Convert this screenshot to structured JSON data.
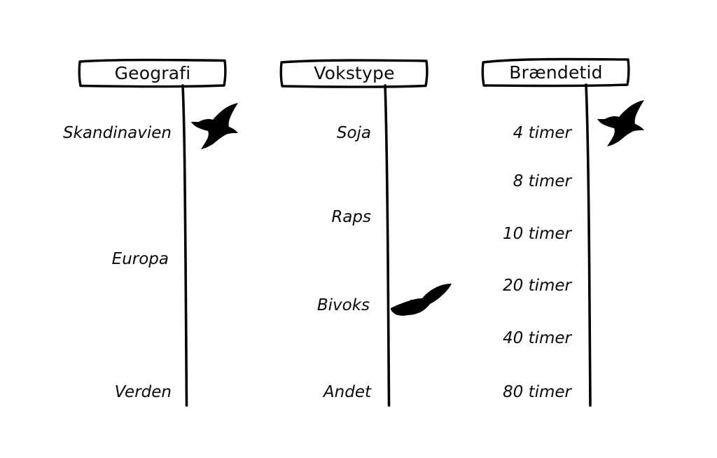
{
  "page": {
    "title": "Geografi / Vokstype / Brændetid",
    "background_color": "#ffffff",
    "ink_color": "#000000",
    "style": "hand-drawn whiteboard sketch"
  },
  "columns": [
    {
      "id": "geografi",
      "header": "Geografi",
      "items": [
        {
          "label": "Skandinavien",
          "marker": "bird-flapping-icon"
        },
        {
          "label": "Europa",
          "marker": ""
        },
        {
          "label": "Verden",
          "marker": ""
        }
      ]
    },
    {
      "id": "vokstype",
      "header": "Vokstype",
      "items": [
        {
          "label": "Soja",
          "marker": ""
        },
        {
          "label": "Raps",
          "marker": ""
        },
        {
          "label": "Bivoks",
          "marker": "bird-gliding-icon"
        },
        {
          "label": "Andet",
          "marker": ""
        }
      ]
    },
    {
      "id": "braendetid",
      "header": "Brændetid",
      "items": [
        {
          "label": "4 timer",
          "marker": "bird-flapping-icon"
        },
        {
          "label": "8 timer",
          "marker": ""
        },
        {
          "label": "10 timer",
          "marker": ""
        },
        {
          "label": "20 timer",
          "marker": ""
        },
        {
          "label": "40 timer",
          "marker": ""
        },
        {
          "label": "80 timer",
          "marker": ""
        }
      ]
    }
  ]
}
